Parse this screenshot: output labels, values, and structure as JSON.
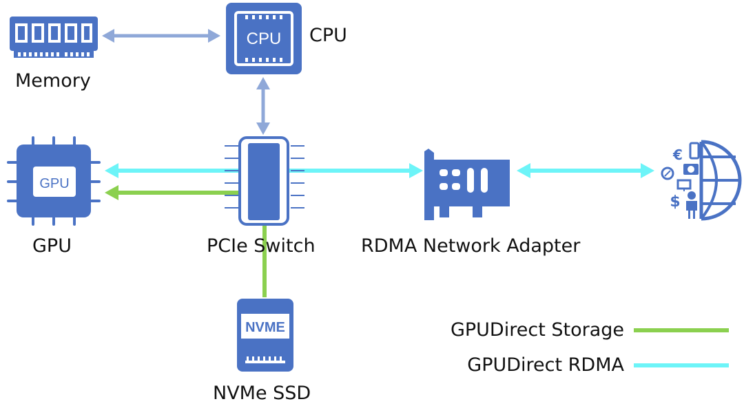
{
  "labels": {
    "memory": "Memory",
    "cpu": "CPU",
    "gpu": "GPU",
    "pcie_switch": "PCIe Switch",
    "rdma_adapter": "RDMA Network Adapter",
    "nvme_ssd": "NVMe SSD"
  },
  "icon_text": {
    "cpu_chip": "CPU",
    "gpu_chip": "GPU",
    "nvme_drive": "NVME",
    "euro": "€",
    "dollar": "$"
  },
  "legend": {
    "storage": "GPUDirect Storage",
    "rdma": "GPUDirect RDMA"
  },
  "colors": {
    "icon_blue": "#4a72c4",
    "arrow_gray_blue": "#8fa8d8",
    "storage_green": "#8bd04f",
    "rdma_cyan": "#6df4f8"
  }
}
